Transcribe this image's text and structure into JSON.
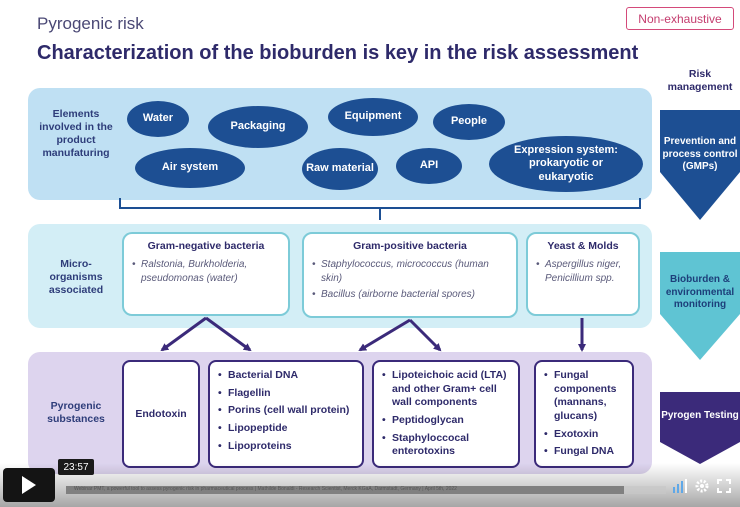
{
  "header": {
    "subtitle": "Pyrogenic risk",
    "title": "Characterization of the bioburden is key in the risk assessment",
    "badge": "Non-exhaustive"
  },
  "rows": {
    "elements": {
      "label": "Elements involved in the product manufaturing"
    },
    "micro": {
      "label": "Micro-organisms associated"
    },
    "pyrogenic": {
      "label": "Pyrogenic substances"
    }
  },
  "elements": [
    "Water",
    "Packaging",
    "Equipment",
    "People",
    "Air system",
    "Raw material",
    "API",
    "Expression system: prokaryotic or eukaryotic"
  ],
  "micro": {
    "gram_negative": {
      "title": "Gram-negative bacteria",
      "items": [
        "Ralstonia, Burkholderia, pseudomonas (water)"
      ]
    },
    "gram_positive": {
      "title": "Gram-positive bacteria",
      "items": [
        "Staphylococcus, micrococcus (human skin)",
        "Bacillus (airborne bacterial spores)"
      ]
    },
    "yeast": {
      "title": "Yeast & Molds",
      "items": [
        "Aspergillus niger, Penicillium spp."
      ]
    }
  },
  "pyrogens": {
    "endotoxin": "Endotoxin",
    "bacterial": [
      "Bacterial DNA",
      "Flagellin",
      "Porins (cell wall protein)",
      "Lipopeptide",
      "Lipoproteins"
    ],
    "gram_positive": [
      "Lipoteichoic acid (LTA) and other Gram+ cell wall components",
      "Peptidoglycan",
      "Staphyloccocal enterotoxins"
    ],
    "fungal": [
      "Fungal components (mannans, glucans)",
      "Exotoxin",
      "Fungal DNA"
    ]
  },
  "risk_management": {
    "heading": "Risk management",
    "steps": [
      "Prevention and process control (GMPs)",
      "Bioburden & environmental monitoring",
      "Pyrogen Testing"
    ],
    "colors": [
      "#1d4f93",
      "#5fc4d3",
      "#3b2a7a"
    ]
  },
  "video": {
    "time": "23:57",
    "progress_fraction": 0.93,
    "caption": "Webinar PMT, a powerful tool to assess pyrogenic risk in pharmaceutical process | Mathilde Bonaldi - Research Scientist, Merck KGaA, Darmstadt, Germany | April 5th, 2022"
  }
}
